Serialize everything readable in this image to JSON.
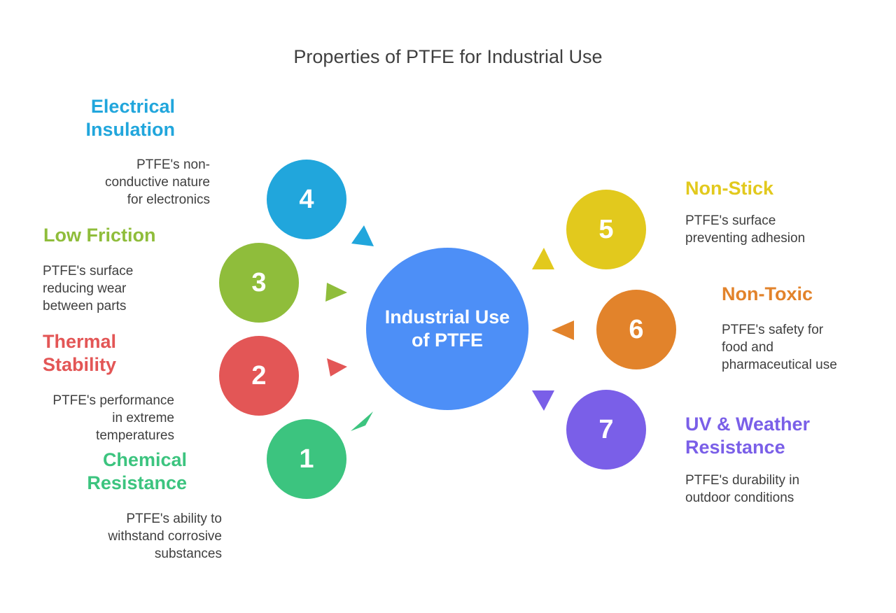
{
  "title": "Properties of PTFE for Industrial Use",
  "center": {
    "line1": "Industrial Use",
    "line2": "of PTFE",
    "color": "#4d8ff7"
  },
  "items": [
    {
      "number": "1",
      "heading_line1": "Chemical",
      "heading_line2": "Resistance",
      "desc_line1": "PTFE's ability to",
      "desc_line2": "withstand corrosive",
      "desc_line3": "substances",
      "color": "#3cc47f"
    },
    {
      "number": "2",
      "heading_line1": "Thermal",
      "heading_line2": "Stability",
      "desc_line1": "PTFE's performance",
      "desc_line2": "in extreme",
      "desc_line3": "temperatures",
      "color": "#e35656"
    },
    {
      "number": "3",
      "heading_line1": "Low Friction",
      "heading_line2": "",
      "desc_line1": "PTFE's surface",
      "desc_line2": "reducing wear",
      "desc_line3": "between parts",
      "color": "#8fbd3b"
    },
    {
      "number": "4",
      "heading_line1": "Electrical",
      "heading_line2": "Insulation",
      "desc_line1": "PTFE's non-",
      "desc_line2": "conductive nature",
      "desc_line3": "for electronics",
      "color": "#21a6dc"
    },
    {
      "number": "5",
      "heading_line1": "Non-Stick",
      "heading_line2": "",
      "desc_line1": "PTFE's surface",
      "desc_line2": "preventing adhesion",
      "desc_line3": "",
      "color": "#e2c91d"
    },
    {
      "number": "6",
      "heading_line1": "Non-Toxic",
      "heading_line2": "",
      "desc_line1": "PTFE's safety for",
      "desc_line2": "food and",
      "desc_line3": "pharmaceutical use",
      "color": "#e2832b"
    },
    {
      "number": "7",
      "heading_line1": "UV & Weather",
      "heading_line2": "Resistance",
      "desc_line1": "PTFE's durability in",
      "desc_line2": "outdoor conditions",
      "desc_line3": "",
      "color": "#7a5fe8"
    }
  ]
}
